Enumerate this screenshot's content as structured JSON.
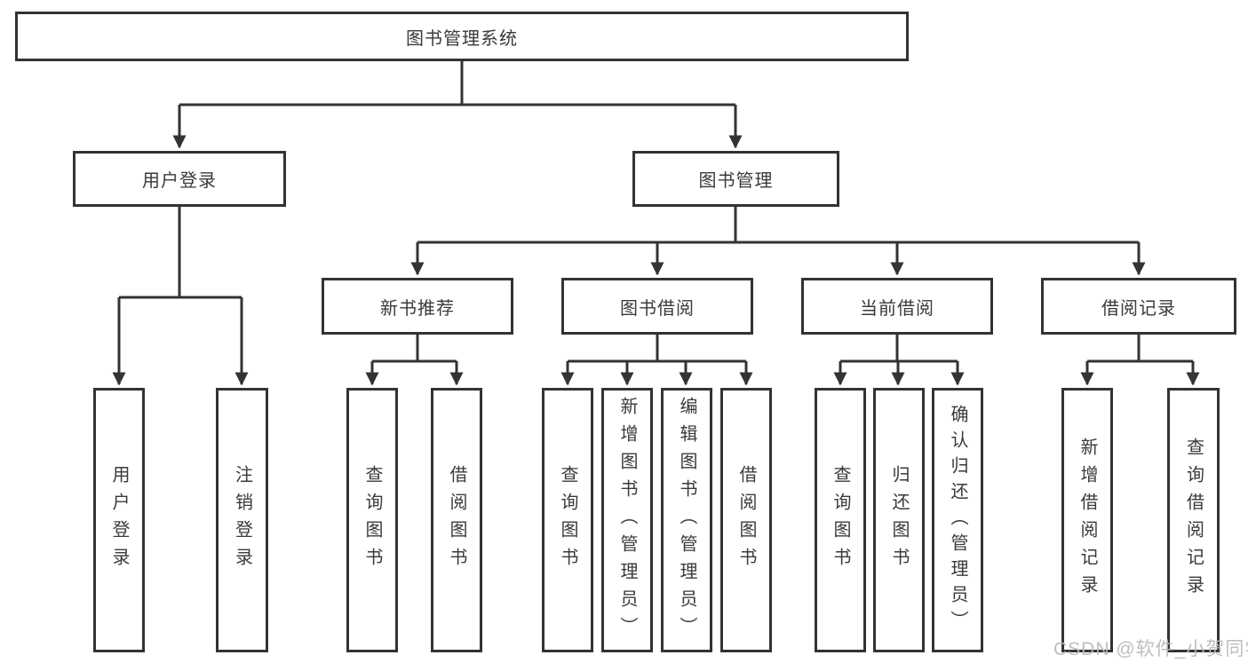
{
  "diagram": {
    "tree": {
      "root": {
        "label": "图书管理系统"
      },
      "branches": [
        {
          "label": "用户登录",
          "children": [
            {
              "label": "用户登录"
            },
            {
              "label": "注销登录"
            }
          ]
        },
        {
          "label": "图书管理",
          "children": [
            {
              "label": "新书推荐",
              "children": [
                {
                  "label": "查询图书"
                },
                {
                  "label": "借阅图书"
                }
              ]
            },
            {
              "label": "图书借阅",
              "children": [
                {
                  "label": "查询图书"
                },
                {
                  "label": "新增图书（管理员）"
                },
                {
                  "label": "编辑图书（管理员）"
                },
                {
                  "label": "借阅图书"
                }
              ]
            },
            {
              "label": "当前借阅",
              "children": [
                {
                  "label": "查询图书"
                },
                {
                  "label": "归还图书"
                },
                {
                  "label": "确认归还（管理员）"
                }
              ]
            },
            {
              "label": "借阅记录",
              "children": [
                {
                  "label": "新增借阅记录"
                },
                {
                  "label": "查询借阅记录"
                }
              ]
            }
          ]
        }
      ]
    },
    "watermark": {
      "text": "CSDN @软件_小贺同学"
    },
    "colors": {
      "line": "#333333",
      "box_border": "#333333",
      "box_fill": "#ffffff",
      "text": "#3a3a3a",
      "watermark": "#bababa",
      "background": "#ffffff"
    }
  }
}
